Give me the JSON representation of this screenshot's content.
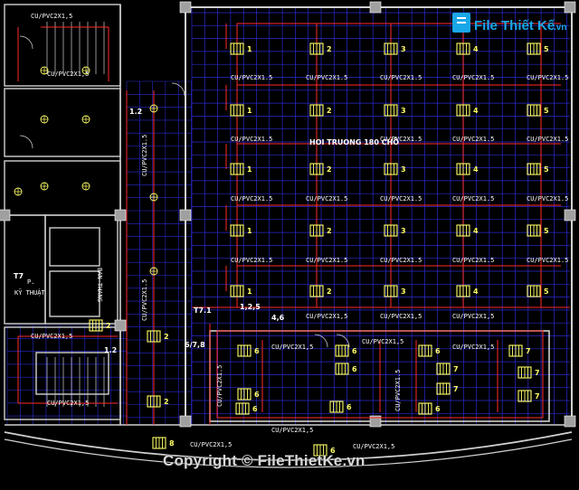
{
  "logo": {
    "brand": "File Thiết Kế",
    "domain": ".vn",
    "accent": "#1aa7e8"
  },
  "watermark": "Copyright © FileThietKe.vn",
  "hall_title": "HOI TRUONG 180 CHỖ",
  "room_labels": {
    "t7_tag": "T7",
    "tech_room": "P.\nKỸ THUẬT",
    "stair_room": "BAN THANG",
    "t71_tag": "T7.1"
  },
  "circuit_label": "CU/PVC2X1.5",
  "circuit_label_alt": "CU/PVC2X1,5",
  "circuit_tags": {
    "a": "1.2",
    "b": "1,2,5",
    "c": "4,6",
    "d": "6/7,8",
    "e": "1.2"
  },
  "fixture_rows": [
    {
      "row": 1,
      "numbers": [
        "1",
        "2",
        "3",
        "4",
        "5"
      ]
    },
    {
      "row": 2,
      "numbers": [
        "1",
        "2",
        "3",
        "4",
        "5"
      ]
    },
    {
      "row": 3,
      "numbers": [
        "1",
        "2",
        "3",
        "4",
        "5"
      ]
    },
    {
      "row": 4,
      "numbers": [
        "1",
        "2",
        "3",
        "4",
        "5"
      ]
    },
    {
      "row": 5,
      "numbers": [
        "1",
        "2",
        "3",
        "4",
        "5"
      ]
    }
  ],
  "lower_fixtures": {
    "left_group": [
      "6",
      "6",
      "6"
    ],
    "right_group": [
      "7",
      "7",
      "7"
    ],
    "corridor": [
      "2",
      "2",
      "2",
      "8",
      "6"
    ]
  },
  "colors": {
    "grid": "#2a2ad0",
    "wall": "#d0d0d0",
    "wire": "#ff2a2a",
    "fixture": "#ffff66",
    "text": "#ffffff",
    "column": "#a0a0a0"
  }
}
